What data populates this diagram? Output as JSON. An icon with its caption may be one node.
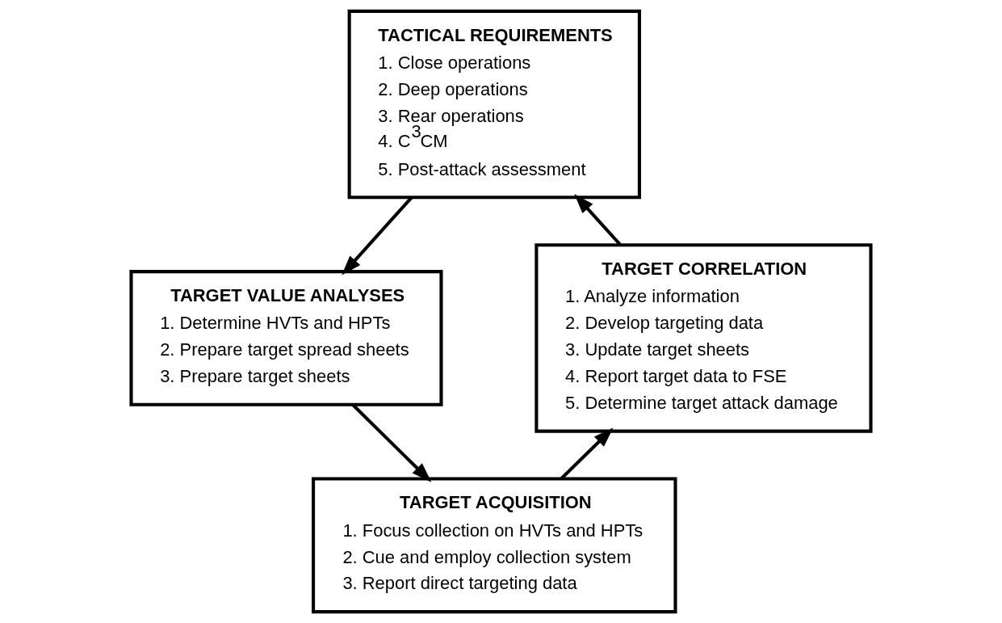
{
  "diagram": {
    "nodes": [
      {
        "text": [
          "TACTICAL REQUIREMENTS",
          "1. Close operations",
          "2. Deep operations",
          "3. Rear operations",
          "4. C$^{3}$CM",
          "5. Post-attack assessment"
        ]
      },
      {
        "text": [
          "TARGET CORRELATION",
          "1. Analyze information",
          "2. Develop targeting data",
          "3. Update target sheets",
          "4. Report target data to FSE",
          "5. Determine target attack damage"
        ]
      },
      {
        "text": [
          "TARGET VALUE ANALYSES",
          "1. Determine HVTs and HPTs",
          "2. Prepare target spread sheets",
          "3. Prepare target sheets"
        ]
      },
      {
        "text": [
          "TARGET ACQUISITION",
          "1. Focus collection on HVTs and HPTs",
          "2. Cue and employ collection system",
          "3. Report direct targeting data"
        ]
      }
    ],
    "edges": [
      {
        "from": 0,
        "to": 2,
        "arrow": "to"
      },
      {
        "from": 2,
        "to": 3,
        "arrow": "to"
      },
      {
        "from": 3,
        "to": 1,
        "arrow": "to"
      },
      {
        "from": 1,
        "to": 0,
        "arrow": "to"
      }
    ]
  }
}
